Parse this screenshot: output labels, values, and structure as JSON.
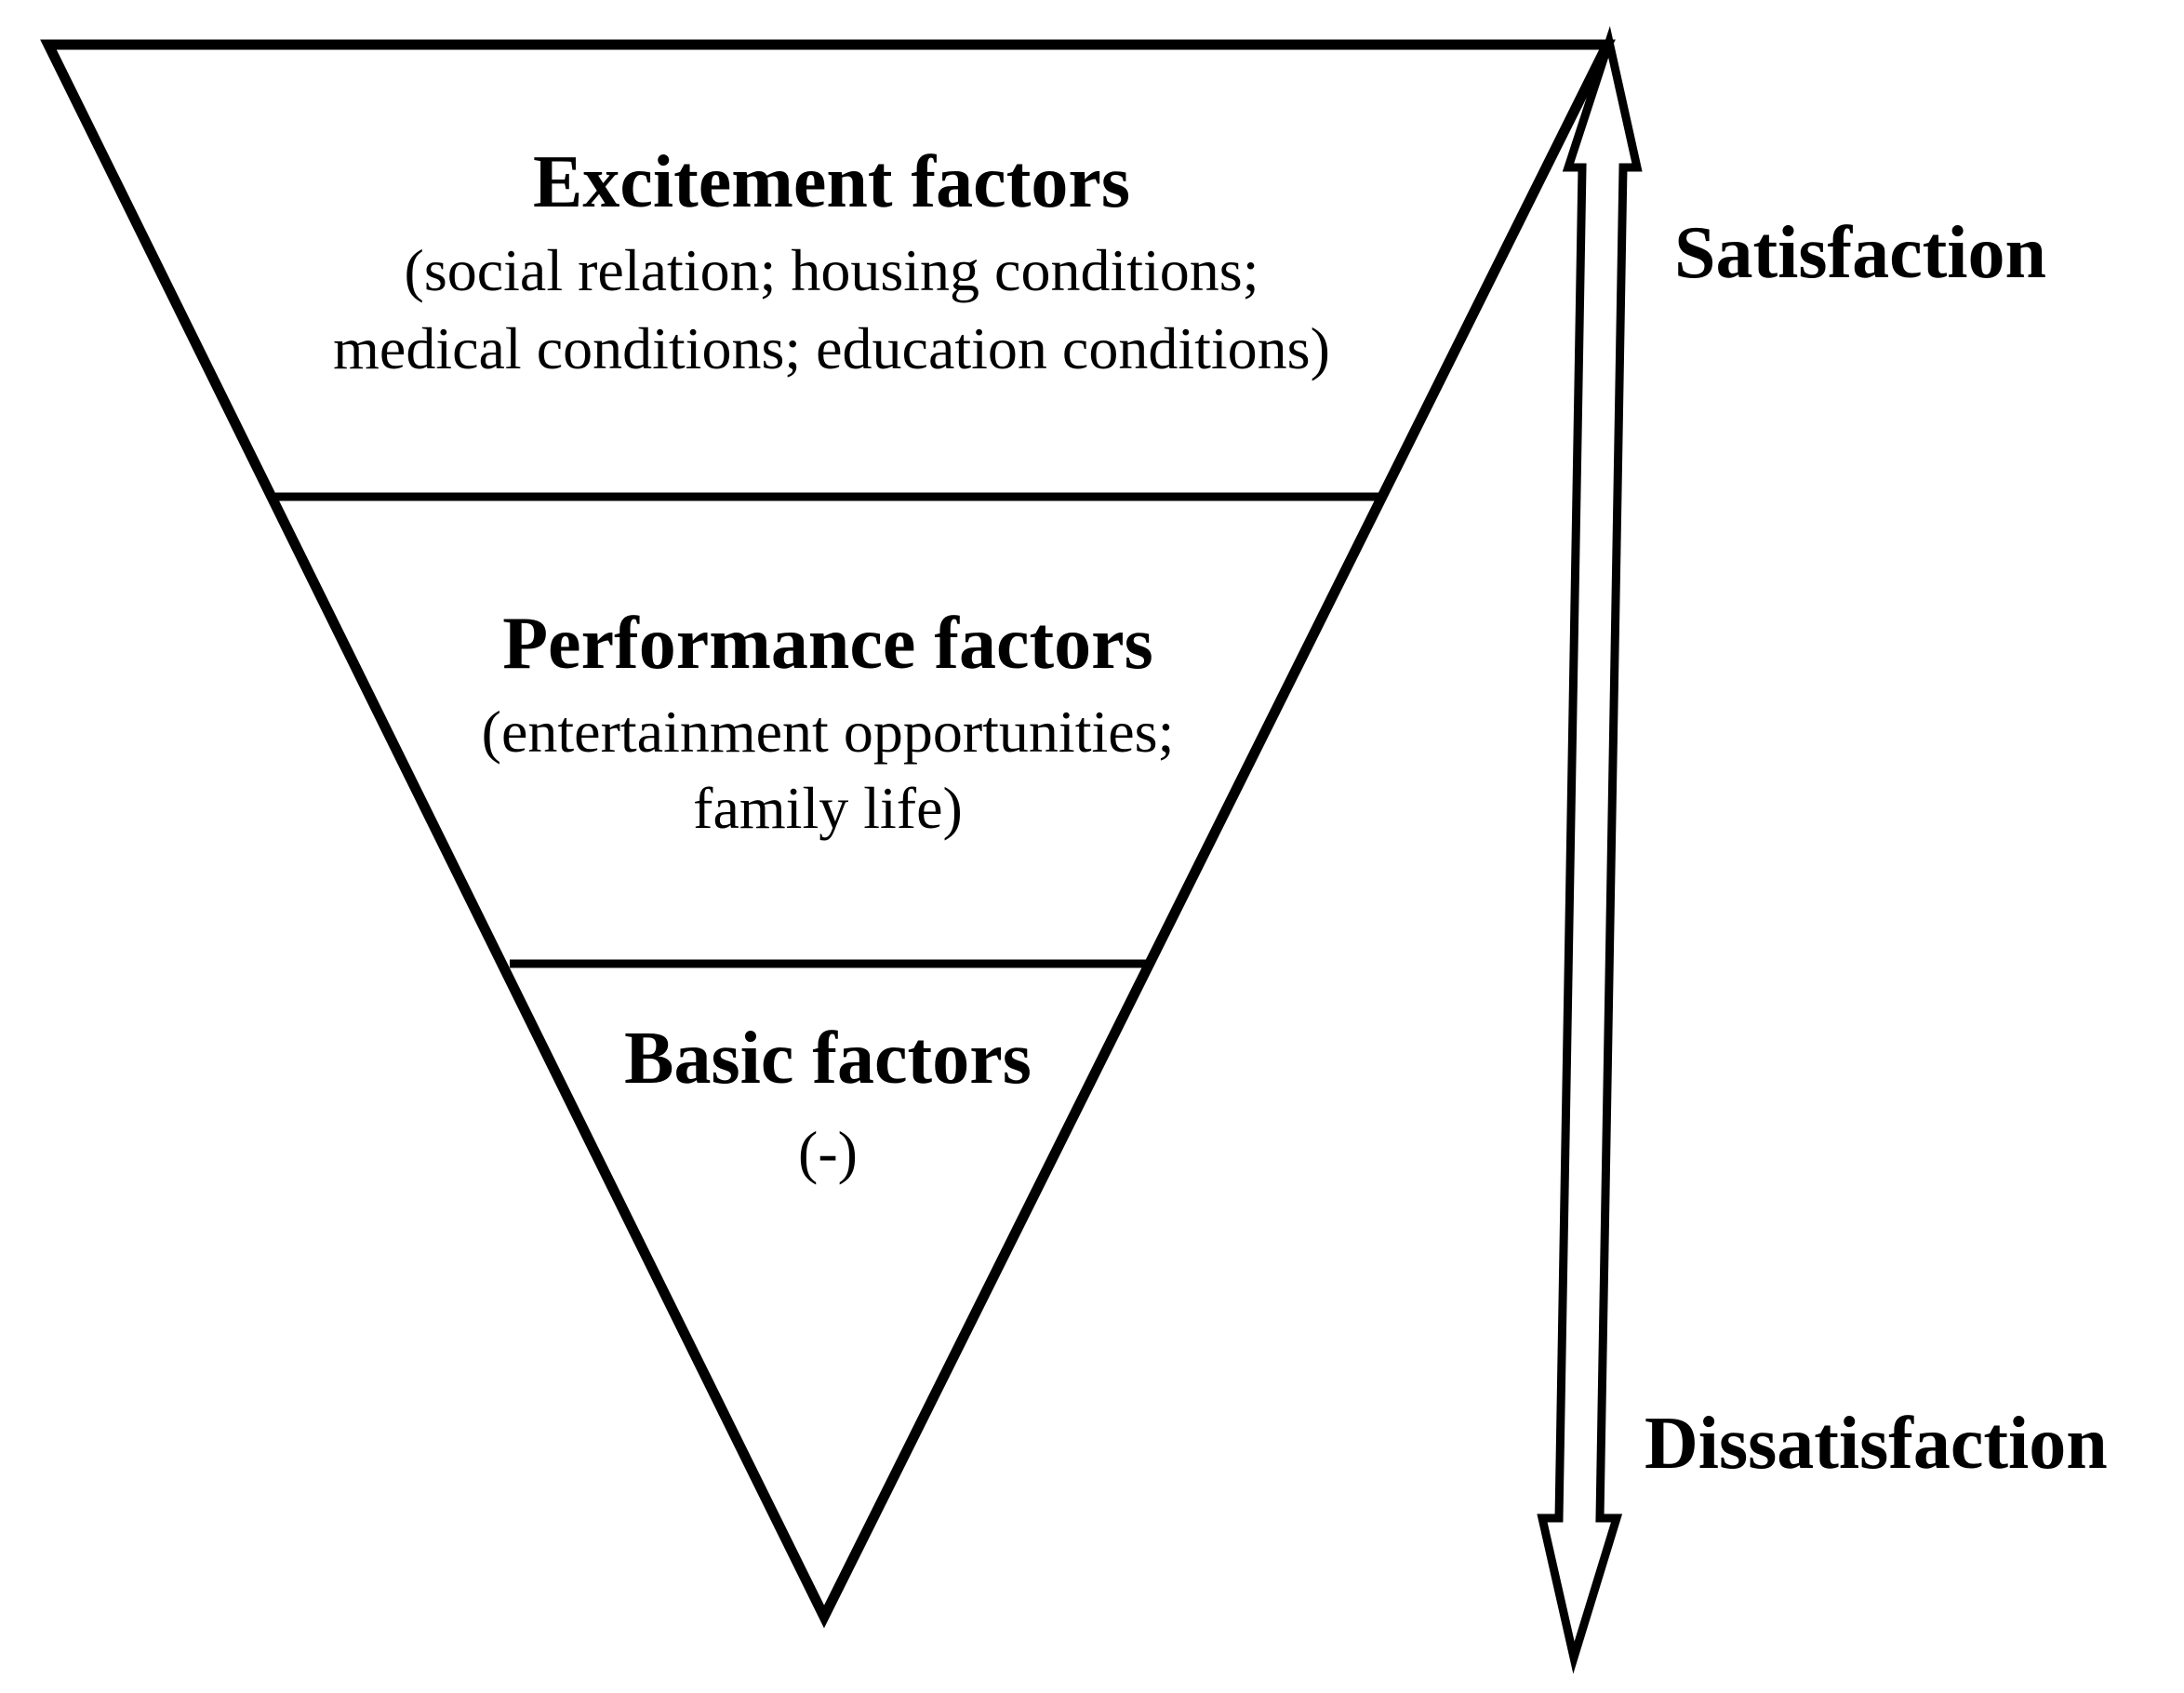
{
  "colors": {
    "stroke": "#000000",
    "fill": "#ffffff",
    "text": "#000000"
  },
  "tiers": [
    {
      "title": "Excitement factors",
      "lines": [
        "(social relation; housing conditions;",
        "medical conditions; education conditions)"
      ]
    },
    {
      "title": "Performance factors",
      "lines": [
        "(entertainment opportunities;",
        "family life)"
      ]
    },
    {
      "title": "Basic factors",
      "lines": [
        "(-)"
      ]
    }
  ],
  "scale": {
    "top_label": "Satisfaction",
    "bottom_label": "Dissatisfaction",
    "arrow": "double-headed-vertical"
  }
}
